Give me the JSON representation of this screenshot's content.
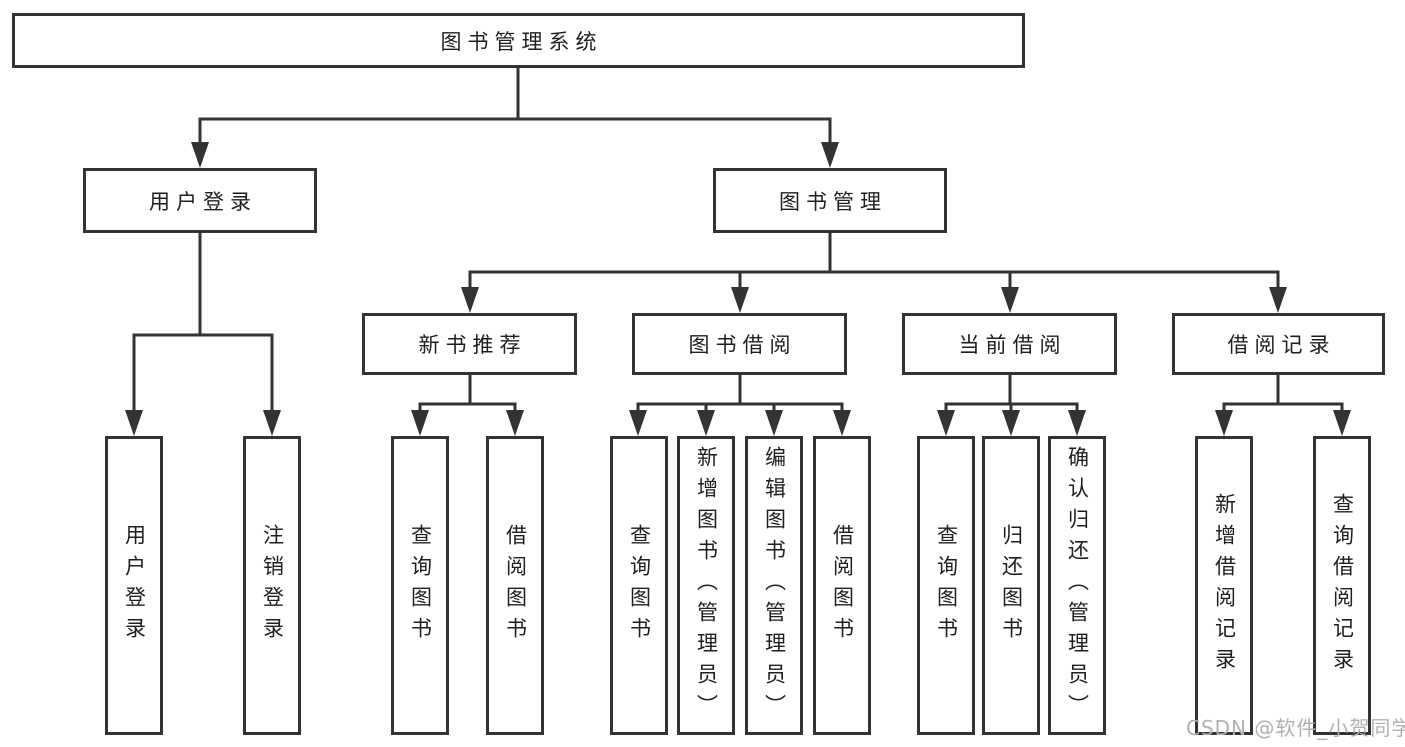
{
  "diagram": {
    "nodes": {
      "root": "图书管理系统",
      "level2": [
        "用户登录",
        "图书管理"
      ],
      "level3": [
        "新书推荐",
        "图书借阅",
        "当前借阅",
        "借阅记录"
      ],
      "leaves": [
        "用户登录",
        "注销登录",
        "查询图书",
        "借阅图书",
        "查询图书",
        "新增图书（管理员）",
        "编辑图书（管理员）",
        "借阅图书",
        "查询图书",
        "归还图书",
        "确认归还（管理员）",
        "新增借阅记录",
        "查询借阅记录"
      ]
    },
    "watermark": "CSDN @软件_小贺同学",
    "colors": {
      "line": "#333333",
      "box_fill": "#ffffff",
      "text": "#1f1f1f",
      "watermark": "#b0b0b0",
      "background": "#ffffff"
    }
  }
}
